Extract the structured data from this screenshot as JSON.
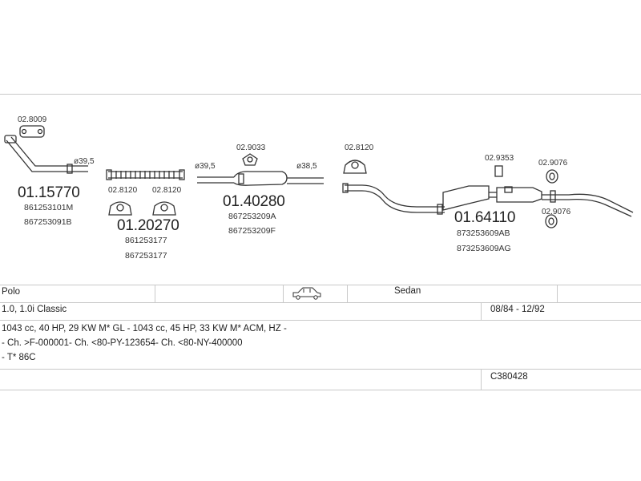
{
  "parts": {
    "p1": {
      "ref_top": "02.8009",
      "number": "01.15770",
      "codes": [
        "861253101M",
        "867253091B"
      ],
      "diameter": "ø39,5"
    },
    "p2": {
      "ref_left": "02.8120",
      "ref_right": "02.8120",
      "number": "01.20270",
      "codes": [
        "861253177",
        "867253177"
      ]
    },
    "p3": {
      "ref_top": "02.9033",
      "number": "01.40280",
      "codes": [
        "867253209A",
        "867253209F"
      ],
      "diameter_left": "ø39,5",
      "diameter_right": "ø38,5"
    },
    "p4": {
      "ref_left": "02.8120",
      "ref_mid": "02.9353",
      "ref_right_top": "02.9076",
      "ref_right_bottom": "02.9076",
      "number": "01.64110",
      "codes": [
        "873253609AB",
        "873253609AG"
      ]
    }
  },
  "info": {
    "model": "Polo",
    "body": "Sedan",
    "engine": "1.0, 1.0i Classic",
    "dates": "08/84 - 12/92",
    "spec": "1043 cc, 40 HP, 29 KW M* GL - 1043 cc, 45 HP, 33 KW M* ACM, HZ -",
    "chassis": "- Ch. >F-000001- Ch. <80-PY-123654- Ch. <80-NY-400000",
    "temp": "- T* 86C",
    "code": "C380428"
  },
  "icons": {
    "car": "car-sedan-icon"
  }
}
